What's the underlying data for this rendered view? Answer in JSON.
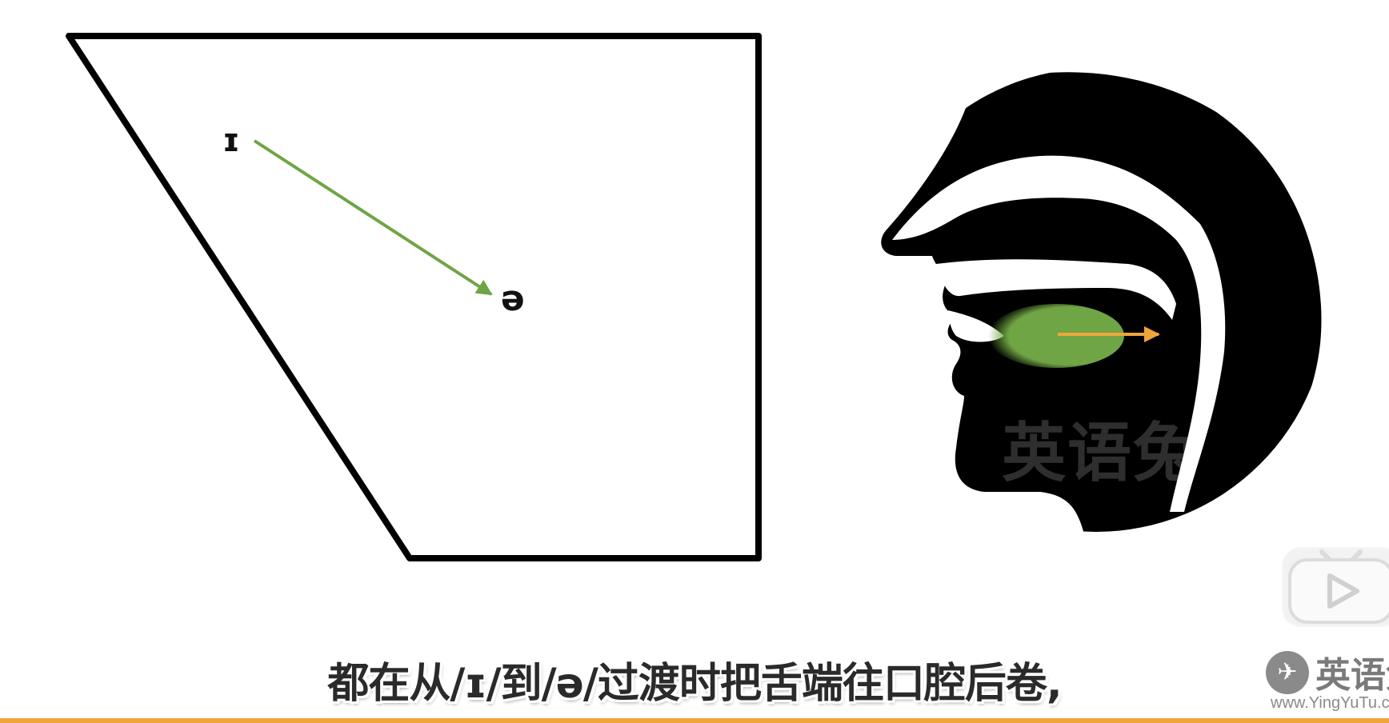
{
  "diagram": {
    "vowel_chart": {
      "start_symbol": "ɪ",
      "end_symbol": "ə"
    },
    "arrow_color": "#6fa544",
    "tongue_color": "#6fa544",
    "direction_arrow_color": "#f0a53a",
    "watermark_text": "英语兔"
  },
  "subtitle": "都在从/ɪ/到/ə/过渡时把舌端往口腔后卷,",
  "overlay": {
    "player_icon": "bilibili-play-icon",
    "brand_name": "英语兔",
    "brand_url": "www.YingYuTu.com",
    "brand_icon": "rabbit-icon"
  },
  "colors": {
    "accent_bar": "#f0a53a",
    "outline": "#000000"
  }
}
